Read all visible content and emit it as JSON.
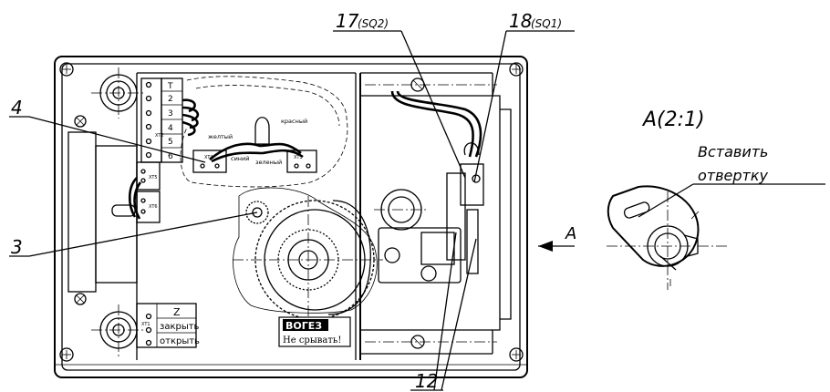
{
  "callouts": {
    "item_4": "4",
    "item_3": "3",
    "item_17": "17",
    "item_17_ref": "(SQ2)",
    "item_18": "18",
    "item_18_ref": "(SQ1)",
    "item_12": "12",
    "view_arrow": "A"
  },
  "detail_view": {
    "title": "A(2:1)",
    "note_line1": "Вставить",
    "note_line2": "отвертку"
  },
  "terminal_block": {
    "header": "T",
    "rows": [
      "2",
      "3",
      "4",
      "5",
      "6"
    ],
    "tag": "XT2"
  },
  "connectors": {
    "xt5": "XT5",
    "xt6": "XT6",
    "xt4": "XT4",
    "xt3": "XT3",
    "xt1": "XT1"
  },
  "wire_colors": {
    "yellow": "желтый",
    "blue": "синий",
    "green": "зеленый",
    "red": "красный"
  },
  "legend_table": {
    "symbol": "Z",
    "close": "закрыть",
    "open": "открыть"
  },
  "badge": {
    "brand": "ВОГЕЗ",
    "warning": "Не срывать!"
  }
}
